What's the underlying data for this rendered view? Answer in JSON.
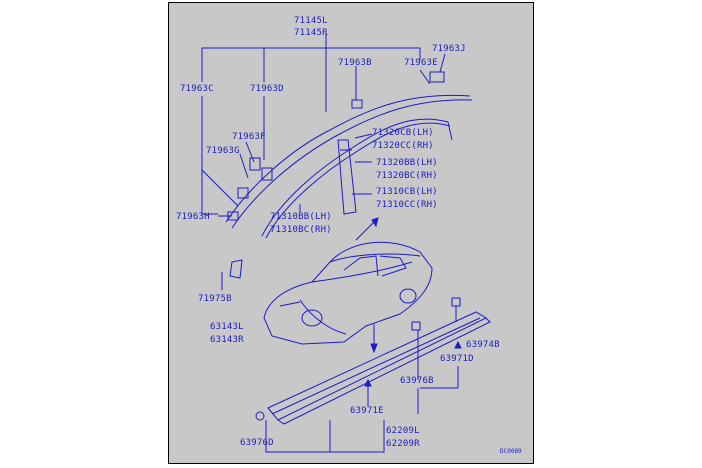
{
  "diagram": {
    "labels": {
      "p71145L": "71145L",
      "p71145R": "71145R",
      "p71963J": "71963J",
      "p71963B": "71963B",
      "p71963E": "71963E",
      "p71963C": "71963C",
      "p71963D": "71963D",
      "p71963F": "71963F",
      "p71963G": "71963G",
      "p71963H": "71963H",
      "p71320CB": "71320CB(LH)",
      "p71320CC": "71320CC(RH)",
      "p71320BB": "71320BB(LH)",
      "p71320BC": "71320BC(RH)",
      "p71310CB": "71310CB(LH)",
      "p71310CC": "71310CC(RH)",
      "p71310BB": "71310BB(LH)",
      "p71310BC": "71310BC(RH)",
      "p71975B": "71975B",
      "p63143L": "63143L",
      "p63143R": "63143R",
      "p63974B": "63974B",
      "p63971D": "63971D",
      "p63976B": "63976B",
      "p63971E": "63971E",
      "p62209L": "62209L",
      "p62209R": "62209R",
      "p63976D": "63976D"
    },
    "reference_code": "DC0089",
    "colors": {
      "line": "#1c1cc8",
      "panel": "#c8c8c8"
    }
  }
}
